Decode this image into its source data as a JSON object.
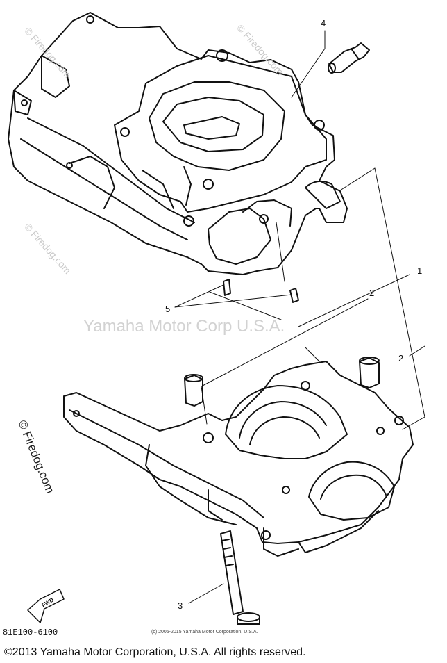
{
  "watermark": {
    "center_text": "Yamaha Motor Corp U.S.A.",
    "site_text": "© Firedog.com"
  },
  "callouts": {
    "part_1": "1",
    "part_2a": "2",
    "part_2b": "2",
    "part_3": "3",
    "part_4": "4",
    "part_5": "5"
  },
  "fwd_arrow_label": "FWD",
  "part_code": "81E100-6100",
  "small_copyright": "(c) 2005-2015 Yamaha Motor Corporation, U.S.A.",
  "footer_copyright": "©2013 Yamaha Motor Corporation, U.S.A. All rights reserved."
}
